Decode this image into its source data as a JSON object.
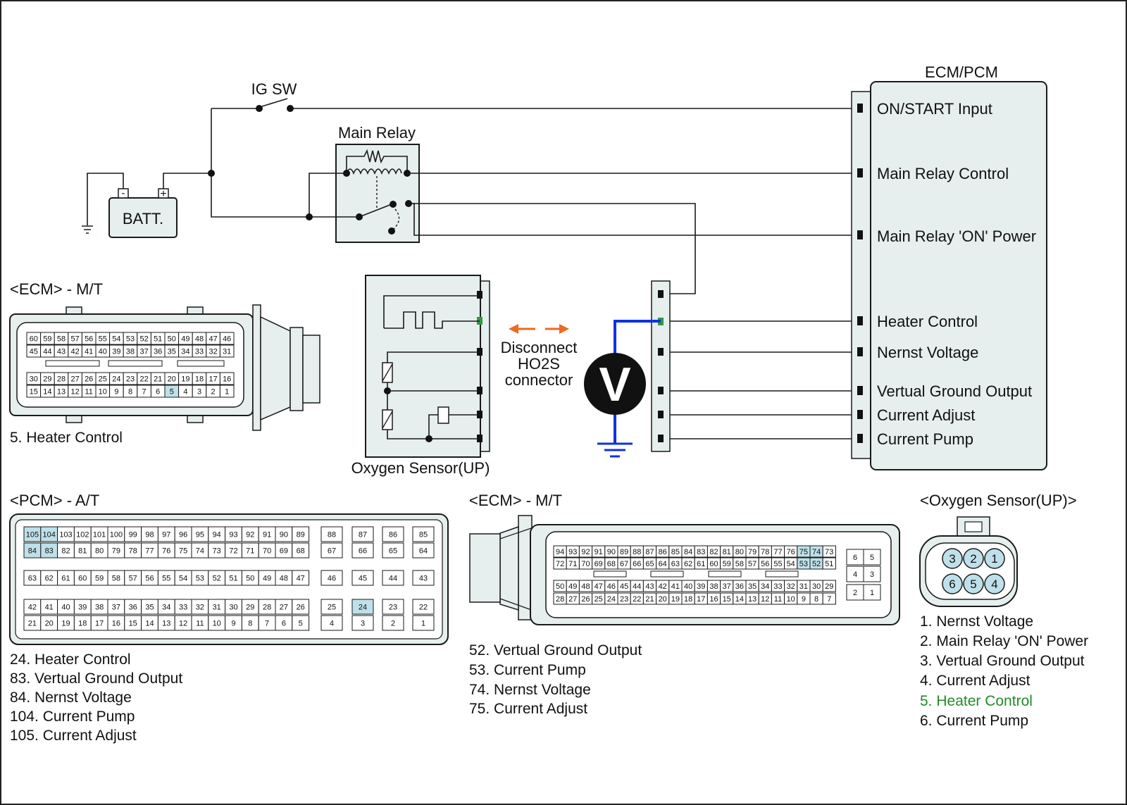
{
  "colors": {
    "panel_fill": "#e6eeee",
    "highlight_fill": "#bfe0ea",
    "highlight_text": "#238a2a",
    "meter_wire": "#1230e0",
    "arrow": "#ee6a1f",
    "pin_green": "#2e9a3e"
  },
  "schematic": {
    "ig_sw": "IG SW",
    "main_relay": "Main Relay",
    "battery": "BATT.",
    "battery_neg": "-",
    "battery_pos": "+",
    "ecm_pcm_title": "ECM/PCM",
    "ecm_terminals": [
      "ON/START Input",
      "Main Relay Control",
      "Main Relay 'ON' Power",
      "Heater Control",
      "Nernst Voltage",
      "Vertual Ground Output",
      "Current Adjust",
      "Current Pump"
    ],
    "sensor_label": "Oxygen Sensor(UP)",
    "disconnect_lines": [
      "Disconnect",
      "HO2S",
      "connector"
    ],
    "meter": "V"
  },
  "ecm_mt_left": {
    "title": "<ECM> - M/T",
    "legend": [
      "5. Heater Control"
    ],
    "highlight": [
      5
    ],
    "rows": [
      [
        60,
        59,
        58,
        57,
        56,
        55,
        54,
        53,
        52,
        51,
        50,
        49,
        48,
        47,
        46
      ],
      [
        45,
        44,
        43,
        42,
        41,
        40,
        39,
        38,
        37,
        36,
        35,
        34,
        33,
        32,
        31
      ],
      [
        30,
        29,
        28,
        27,
        26,
        25,
        24,
        23,
        22,
        21,
        20,
        19,
        18,
        17,
        16
      ],
      [
        15,
        14,
        13,
        12,
        11,
        10,
        9,
        8,
        7,
        6,
        5,
        4,
        3,
        2,
        1
      ]
    ]
  },
  "pcm_at": {
    "title": "<PCM> - A/T",
    "legend": [
      "24. Heater Control",
      "83. Vertual Ground Output",
      "84. Nernst Voltage",
      "104. Current Pump",
      "105. Current Adjust"
    ],
    "highlight": [
      24,
      83,
      84,
      104,
      105
    ],
    "main_rows": [
      [
        105,
        104,
        103,
        102,
        101,
        100,
        99,
        98,
        97,
        96,
        95,
        94,
        93,
        92,
        91,
        90,
        89
      ],
      [
        84,
        83,
        82,
        81,
        80,
        79,
        78,
        77,
        76,
        75,
        74,
        73,
        72,
        71,
        70,
        69,
        68
      ],
      [
        63,
        62,
        61,
        60,
        59,
        58,
        57,
        56,
        55,
        54,
        53,
        52,
        51,
        50,
        49,
        48,
        47
      ],
      [
        42,
        41,
        40,
        39,
        38,
        37,
        36,
        35,
        34,
        33,
        32,
        31,
        30,
        29,
        28,
        27,
        26
      ],
      [
        21,
        20,
        19,
        18,
        17,
        16,
        15,
        14,
        13,
        12,
        11,
        10,
        9,
        8,
        7,
        6,
        5
      ]
    ],
    "side_rows": [
      [
        88,
        87,
        86,
        85
      ],
      [
        67,
        66,
        65,
        64
      ],
      [
        46,
        45,
        44,
        43
      ],
      [
        25,
        24,
        23,
        22
      ],
      [
        4,
        3,
        2,
        1
      ]
    ]
  },
  "ecm_mt_center": {
    "title": "<ECM> - M/T",
    "legend": [
      "52. Vertual Ground Output",
      "53. Current Pump",
      "74. Nernst Voltage",
      "75. Current Adjust"
    ],
    "highlight": [
      52,
      53,
      74,
      75
    ],
    "rows": [
      [
        94,
        93,
        92,
        91,
        90,
        89,
        88,
        87,
        86,
        85,
        84,
        83,
        82,
        81,
        80,
        79,
        78,
        77,
        76,
        75,
        74,
        73
      ],
      [
        72,
        71,
        70,
        69,
        68,
        67,
        66,
        65,
        64,
        63,
        62,
        61,
        60,
        59,
        58,
        57,
        56,
        55,
        54,
        53,
        52,
        51
      ],
      [
        50,
        49,
        48,
        47,
        46,
        45,
        44,
        43,
        42,
        41,
        40,
        39,
        38,
        37,
        36,
        35,
        34,
        33,
        32,
        31,
        30,
        29
      ],
      [
        28,
        27,
        26,
        25,
        24,
        23,
        22,
        21,
        20,
        19,
        18,
        17,
        16,
        15,
        14,
        13,
        12,
        11,
        10,
        9,
        8,
        7
      ]
    ],
    "side_rows": [
      [
        6,
        5
      ],
      [
        4,
        3
      ],
      [
        2,
        1
      ]
    ]
  },
  "o2_connector": {
    "title": "<Oxygen Sensor(UP)>",
    "legend": [
      "1. Nernst Voltage",
      "2. Main Relay 'ON' Power",
      "3. Vertual Ground Output",
      "4. Current Adjust",
      "5. Heater Control",
      "6. Current Pump"
    ],
    "highlight_legend_index": 4,
    "top_pins": [
      3,
      2,
      1
    ],
    "bottom_pins": [
      6,
      5,
      4
    ]
  }
}
